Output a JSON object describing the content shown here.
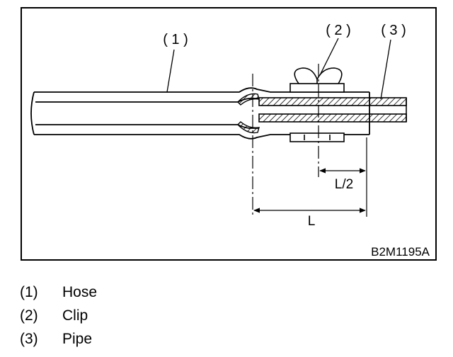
{
  "diagram": {
    "callouts": [
      "( 1 )",
      "( 2 )",
      "( 3 )"
    ],
    "dim_half": "L/2",
    "dim_full": "L",
    "code": "B2M1195A"
  },
  "legend": [
    {
      "num": "(1)",
      "label": "Hose"
    },
    {
      "num": "(2)",
      "label": "Clip"
    },
    {
      "num": "(3)",
      "label": "Pipe"
    }
  ]
}
